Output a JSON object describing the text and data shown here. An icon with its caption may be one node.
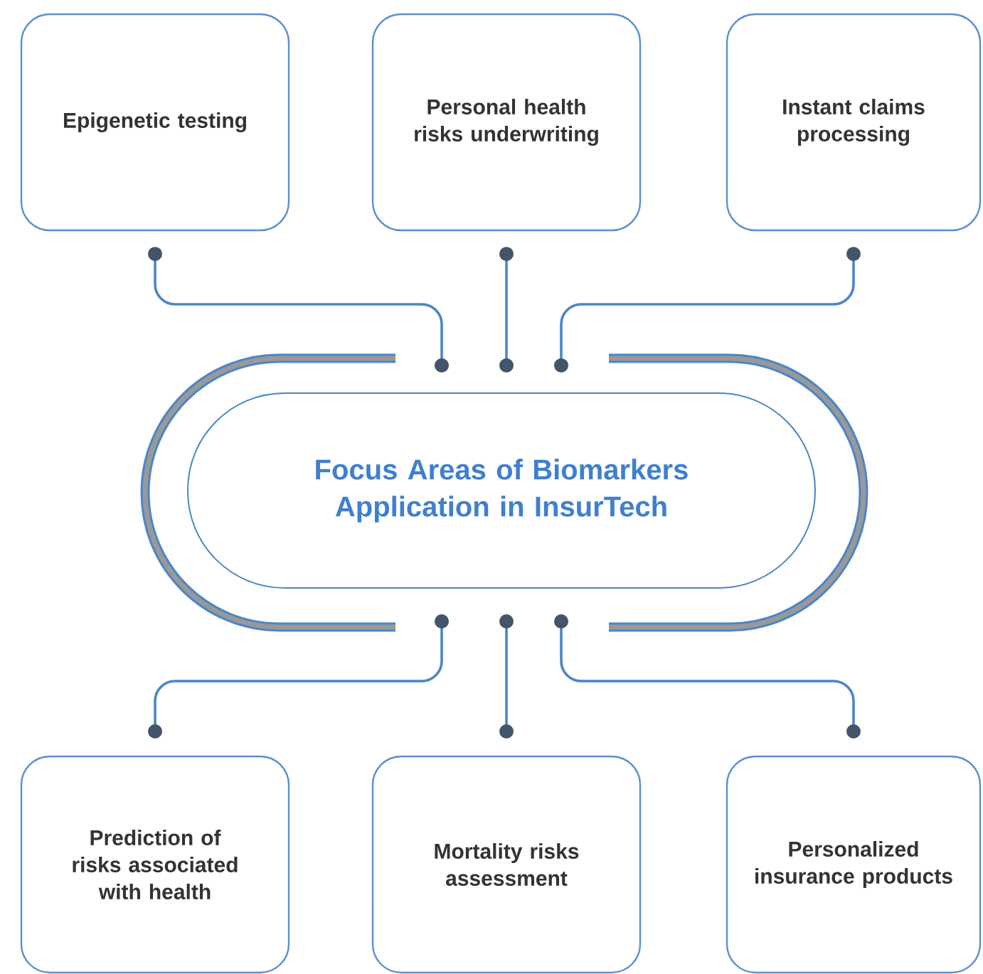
{
  "diagram": {
    "nodes": [
      {
        "text": [
          "Epigenetic testing"
        ]
      },
      {
        "text": [
          "Personal health risks underwriting"
        ]
      },
      {
        "text": [
          "Instant claims processing"
        ]
      },
      {
        "text": [
          "Focus Areas of Biomarkers Application in InsurTech"
        ]
      },
      {
        "text": [
          "Prediction of risks associated with health"
        ]
      },
      {
        "text": [
          "Mortality risks assessment"
        ]
      },
      {
        "text": [
          "Personalized insurance products"
        ]
      }
    ],
    "edges": [
      {
        "from": 3,
        "to": 0,
        "arrow": "other"
      },
      {
        "from": 3,
        "to": 1,
        "arrow": "other"
      },
      {
        "from": 3,
        "to": 2,
        "arrow": "other"
      },
      {
        "from": 3,
        "to": 4,
        "arrow": "other"
      },
      {
        "from": 3,
        "to": 5,
        "arrow": "other"
      },
      {
        "from": 3,
        "to": 6,
        "arrow": "other"
      }
    ]
  }
}
